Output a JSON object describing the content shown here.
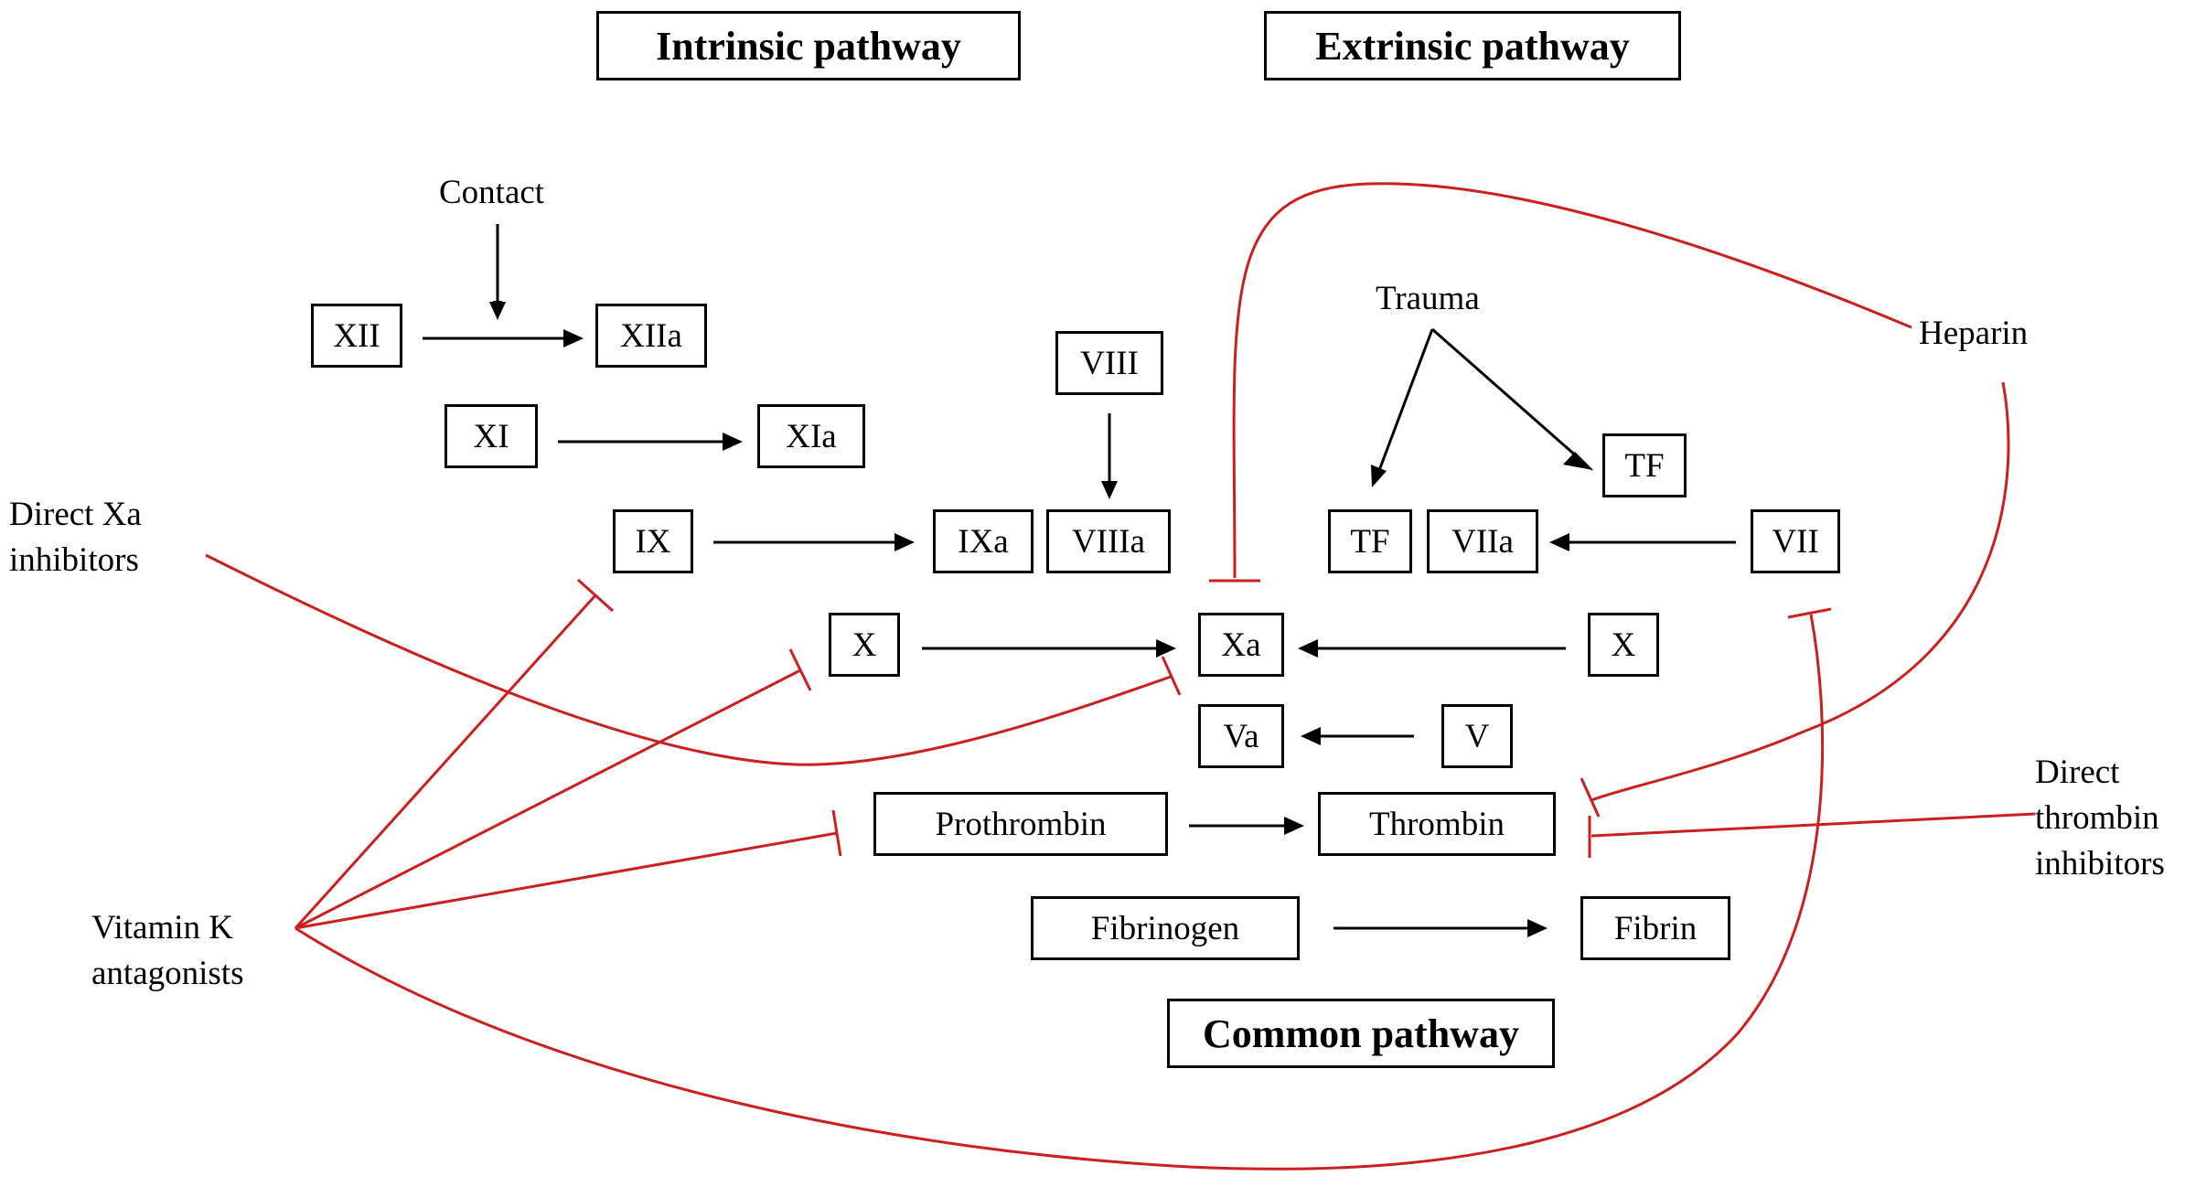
{
  "headers": {
    "intrinsic": "Intrinsic pathway",
    "extrinsic": "Extrinsic pathway",
    "common": "Common pathway"
  },
  "factors": {
    "xii": "XII",
    "xiia": "XIIa",
    "xi": "XI",
    "xia": "XIa",
    "viii": "VIII",
    "ix": "IX",
    "ixa": "IXa",
    "viiia": "VIIIa",
    "tf_top": "TF",
    "tf": "TF",
    "viia": "VIIa",
    "vii": "VII",
    "x_left": "X",
    "xa": "Xa",
    "x_right": "X",
    "va": "Va",
    "v": "V",
    "prothrombin": "Prothrombin",
    "thrombin": "Thrombin",
    "fibrinogen": "Fibrinogen",
    "fibrin": "Fibrin"
  },
  "triggers": {
    "contact": "Contact",
    "trauma": "Trauma"
  },
  "inhibitors": {
    "heparin": "Heparin",
    "direct_xa": [
      "Direct Xa",
      "inhibitors"
    ],
    "direct_thrombin": [
      "Direct",
      "thrombin",
      "inhibitors"
    ],
    "vitamin_k": [
      "Vitamin K",
      "antagonists"
    ]
  },
  "colors": {
    "activation": "#000000",
    "inhibition": "#cc1f1f"
  }
}
